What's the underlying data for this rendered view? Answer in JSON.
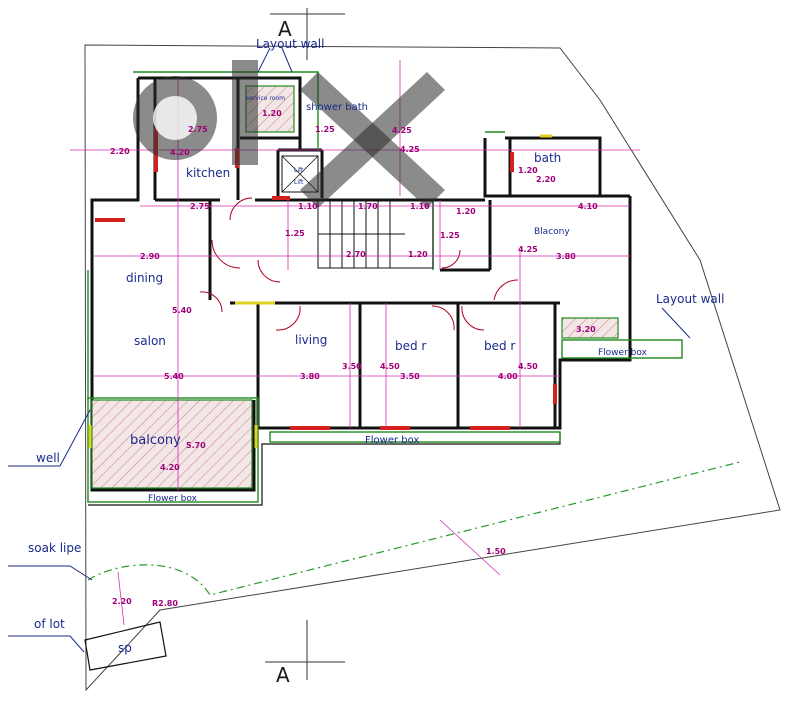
{
  "section_marks": {
    "top": "A",
    "bottom": "A"
  },
  "room_labels": {
    "kitchen": "kitchen",
    "dining": "dining",
    "salon": "salon",
    "living": "living",
    "bed1": "bed r",
    "bed2": "bed r",
    "balcony": "balcony",
    "bath": "bath",
    "blacony": "Blacony",
    "shower_bath": "shower  bath",
    "service_room": "service room",
    "sp": "sp"
  },
  "annotations": {
    "layout_wall_top": "Layout wall",
    "layout_wall_right": "Layout wall",
    "flower_box_1": "Flower box",
    "flower_box_2": "Flower box",
    "flower_box_3": "Flower box",
    "well": "well",
    "soak_lipe": "soak  lipe",
    "of_lot": "of  lot",
    "lift1": "Lift",
    "lift2": "Lift"
  },
  "dimensions": {
    "d_2_20_left": "2.20",
    "d_2_75_a": "2.75",
    "d_1_25_a": "1.25",
    "d_1_20_a": "1.20",
    "d_4_25_a": "4.25",
    "d_4_25_b": "4.25",
    "d_4_20": "4.20",
    "d_2_75_b": "2.75",
    "d_1_10_a": "1.10",
    "d_1_70": "1.70",
    "d_1_10_b": "1.10",
    "d_1_20_b": "1.20",
    "d_1_20_c": "1.20",
    "d_2_20_bath": "2.20",
    "d_4_10": "4.10",
    "d_1_25_b": "1.25",
    "d_1_25_c": "1.25",
    "d_2_90": "2.90",
    "d_2_70": "2.70",
    "d_1_20_d": "1.20",
    "d_4_25_c": "4.25",
    "d_3_80_a": "3.80",
    "d_5_40_a": "5.40",
    "d_5_40_b": "5.40",
    "d_3_80_b": "3.80",
    "d_3_50_a": "3.50",
    "d_4_50_a": "4.50",
    "d_3_50_b": "3.50",
    "d_4_00": "4.00",
    "d_4_50_b": "4.50",
    "d_5_70": "5.70",
    "d_4_20_b": "4.20",
    "d_1_50": "1.50",
    "d_2_20_c": "2.20",
    "d_r2_80": "R2.80",
    "d_3_20": "3.20"
  },
  "watermark": "olx",
  "colors": {
    "label": "#1a2a8c",
    "dimension": "#a0007a",
    "wall": "#111111",
    "green": "#1f8a1f",
    "window": "#d62020",
    "yellow": "#e0d020"
  }
}
